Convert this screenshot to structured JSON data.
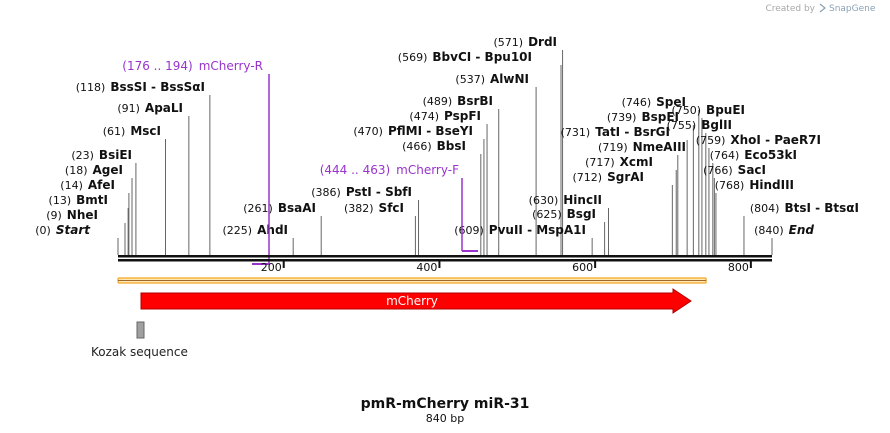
{
  "watermark": {
    "created_by": "Created by",
    "brand": "SnapGene"
  },
  "map": {
    "title": "pmR-mCherry miR-31",
    "subtitle": "840 bp",
    "length": 840,
    "ticks": [
      200,
      400,
      600,
      800
    ]
  },
  "enzymes": [
    {
      "name": "Start",
      "pos": "(0)",
      "site": 0,
      "italic": true
    },
    {
      "name": "NheI",
      "pos": "(9)",
      "site": 9
    },
    {
      "name": "BmtI",
      "pos": "(13)",
      "site": 13
    },
    {
      "name": "AfeI",
      "pos": "(14)",
      "site": 14
    },
    {
      "name": "AgeI",
      "pos": "(18)",
      "site": 18
    },
    {
      "name": "BsiEI",
      "pos": "(23)",
      "site": 23
    },
    {
      "name": "MscI",
      "pos": "(61)",
      "site": 61
    },
    {
      "name": "ApaLI",
      "pos": "(91)",
      "site": 91
    },
    {
      "name": "BssSI  -  BssSαI",
      "pos": "(118)",
      "site": 118
    },
    {
      "name": "AhdI",
      "pos": "(225)",
      "site": 225
    },
    {
      "name": "BsaAI",
      "pos": "(261)",
      "site": 261
    },
    {
      "name": "SfcI",
      "pos": "(382)",
      "site": 382
    },
    {
      "name": "PstI  -  SbfI",
      "pos": "(386)",
      "site": 386
    },
    {
      "name": "BbsI",
      "pos": "(466)",
      "site": 466
    },
    {
      "name": "PflMI  -  BseYI",
      "pos": "(470)",
      "site": 470
    },
    {
      "name": "PspFI",
      "pos": "(474)",
      "site": 474
    },
    {
      "name": "BsrBI",
      "pos": "(489)",
      "site": 489
    },
    {
      "name": "AlwNI",
      "pos": "(537)",
      "site": 537
    },
    {
      "name": "BbvCI  -  Bpu10I",
      "pos": "(569)",
      "site": 569
    },
    {
      "name": "DrdI",
      "pos": "(571)",
      "site": 571
    },
    {
      "name": "PvuII  -  MspA1I",
      "pos": "(609)",
      "site": 609
    },
    {
      "name": "BsgI",
      "pos": "(625)",
      "site": 625
    },
    {
      "name": "HincII",
      "pos": "(630)",
      "site": 630
    },
    {
      "name": "SgrAI",
      "pos": "(712)",
      "site": 712
    },
    {
      "name": "XcmI",
      "pos": "(717)",
      "site": 717
    },
    {
      "name": "NmeAIII",
      "pos": "(719)",
      "site": 719
    },
    {
      "name": "TatI  -  BsrGI",
      "pos": "(731)",
      "site": 731
    },
    {
      "name": "BspEI",
      "pos": "(739)",
      "site": 739
    },
    {
      "name": "SpeI",
      "pos": "(746)",
      "site": 746
    },
    {
      "name": "BpuEI",
      "pos": "(750)",
      "site": 750
    },
    {
      "name": "BglII",
      "pos": "(755)",
      "site": 755
    },
    {
      "name": "XhoI  -  PaeR7I",
      "pos": "(759)",
      "site": 759
    },
    {
      "name": "Eco53kI",
      "pos": "(764)",
      "site": 764
    },
    {
      "name": "SacI",
      "pos": "(766)",
      "site": 766
    },
    {
      "name": "HindIII",
      "pos": "(768)",
      "site": 768
    },
    {
      "name": "BtsI  -  BtsαI",
      "pos": "(804)",
      "site": 804
    },
    {
      "name": "End",
      "pos": "(840)",
      "site": 840,
      "italic": true
    }
  ],
  "primers": [
    {
      "range": "(176 .. 194)",
      "name": "mCherry-R",
      "start": 176,
      "end": 194,
      "direction": "reverse"
    },
    {
      "range": "(444 .. 463)",
      "name": "mCherry-F",
      "start": 444,
      "end": 463,
      "direction": "forward"
    }
  ],
  "features": [
    {
      "name": "mCherry",
      "start": 30,
      "end": 740,
      "color": "#ff0000",
      "type": "cds"
    },
    {
      "name": "Kozak sequence",
      "start": 24,
      "end": 29,
      "color": "#a0a0a0",
      "type": "misc"
    }
  ],
  "highlight": {
    "start": 0,
    "end": 740,
    "color": "#f5a623"
  },
  "colors": {
    "primer": "#9933cc",
    "line": "#666666"
  }
}
